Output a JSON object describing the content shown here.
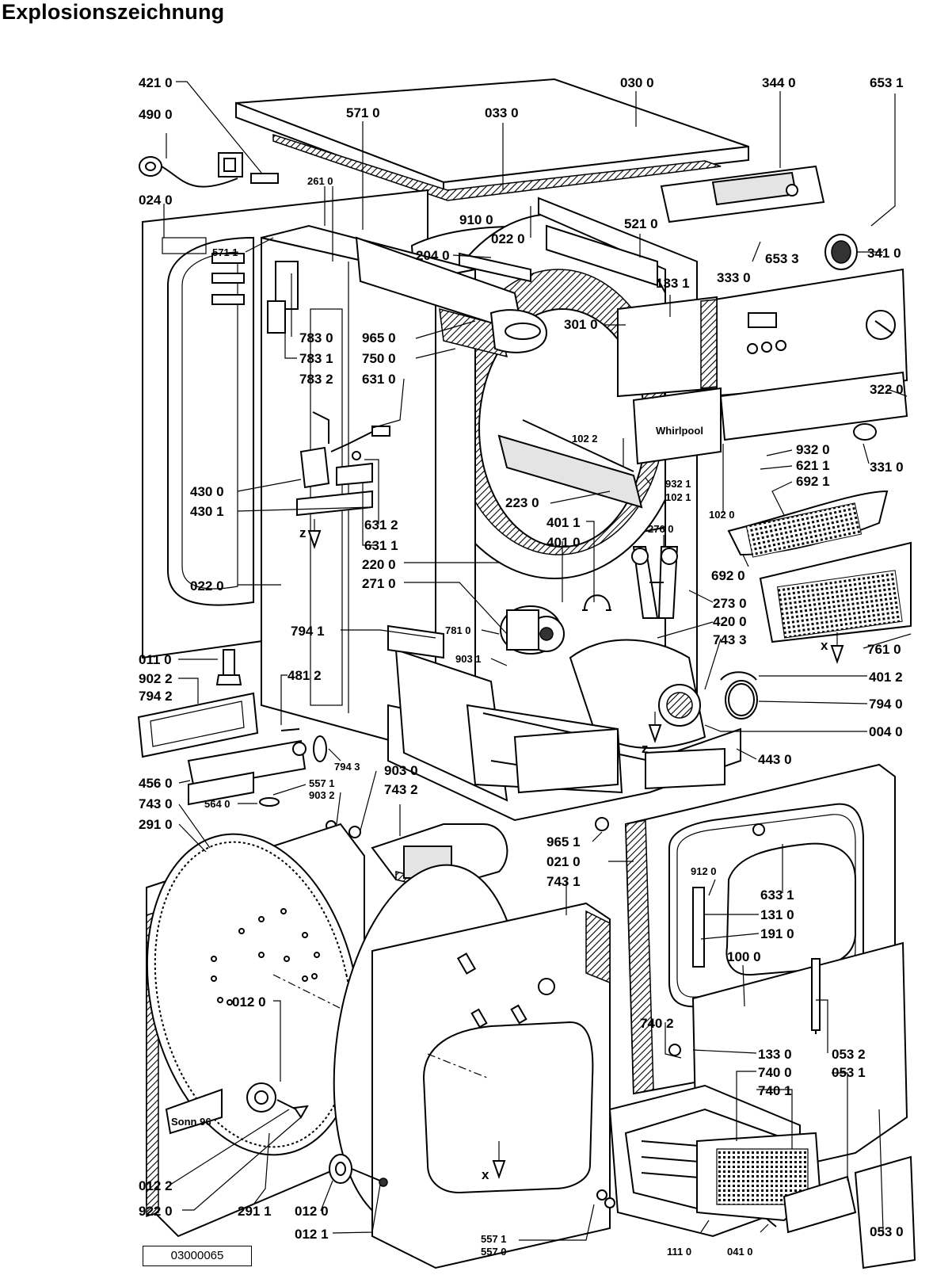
{
  "title": "Explosionszeichnung",
  "document_code": "03000065",
  "brand_marking": "Whirlpool",
  "panel_marking": "Sonn.96",
  "labels": {
    "l4210": "421 0",
    "l4900": "490 0",
    "l0240": "024 0",
    "l0300": "030 0",
    "l3440": "344 0",
    "l6531": "653 1",
    "l5710": "571 0",
    "l0330": "033 0",
    "l2610": "261 0",
    "l9100": "910 0",
    "l0220a": "022 0",
    "l5210": "521 0",
    "l5711": "571 1",
    "l2040": "204 0",
    "l6533": "653 3",
    "l3330": "333 0",
    "l3410": "341 0",
    "l1331": "133 1",
    "l3010": "301 0",
    "l9650": "965 0",
    "l7830": "783 0",
    "l7831": "783 1",
    "l7500": "750 0",
    "l7832": "783 2",
    "l6310": "631 0",
    "l3220": "322 0",
    "l1022": "102 2",
    "l9320": "932 0",
    "l6211": "621 1",
    "l6921": "692 1",
    "l3310": "331 0",
    "l9321": "932 1",
    "l1021": "102 1",
    "l4300": "430 0",
    "l4301": "430 1",
    "l2230": "223 0",
    "l1020": "102 0",
    "l4011": "401 1",
    "l4010": "401 0",
    "l2760": "276 0",
    "l6312": "631 2",
    "l6311": "631 1",
    "l2200": "220 0",
    "l2710": "271 0",
    "l6920": "692 0",
    "l0220b": "022 0",
    "l2730": "273 0",
    "l4200": "420 0",
    "l7433": "743 3",
    "l7941": "794 1",
    "l7810": "781 0",
    "l7610": "761 0",
    "l0110": "011 0",
    "l9031": "903 1",
    "l4012": "401 2",
    "l9022": "902 2",
    "l4812": "481 2",
    "l7942": "794 2",
    "l7940": "794 0",
    "l0040": "004 0",
    "l7943": "794 3",
    "l4430": "443 0",
    "l4560": "456 0",
    "l5571a": "557 1",
    "l9032": "903 2",
    "l9030": "903 0",
    "l5640": "564 0",
    "l7430": "743 0",
    "l7432": "743 2",
    "l2910": "291 0",
    "l9651": "965 1",
    "l0210": "021 0",
    "l7431": "743 1",
    "l9120": "912 0",
    "l6331": "633 1",
    "l1310": "131 0",
    "l1910": "191 0",
    "l1000": "100 0",
    "l0120": "012 0",
    "l7402": "740 2",
    "l1330": "133 0",
    "l0532": "053 2",
    "l7400": "740 0",
    "l0531": "053 1",
    "l7401": "740 1",
    "l0122": "012 2",
    "l9220": "922 0",
    "l2911": "291 1",
    "l0120b": "012 0",
    "l0121": "012 1",
    "l5571b": "557 1",
    "l5570": "557 0",
    "l1110": "111 0",
    "l0410": "041 0",
    "l0530": "053 0",
    "zA": "z",
    "zB": "z",
    "xA": "x",
    "xB": "x"
  }
}
